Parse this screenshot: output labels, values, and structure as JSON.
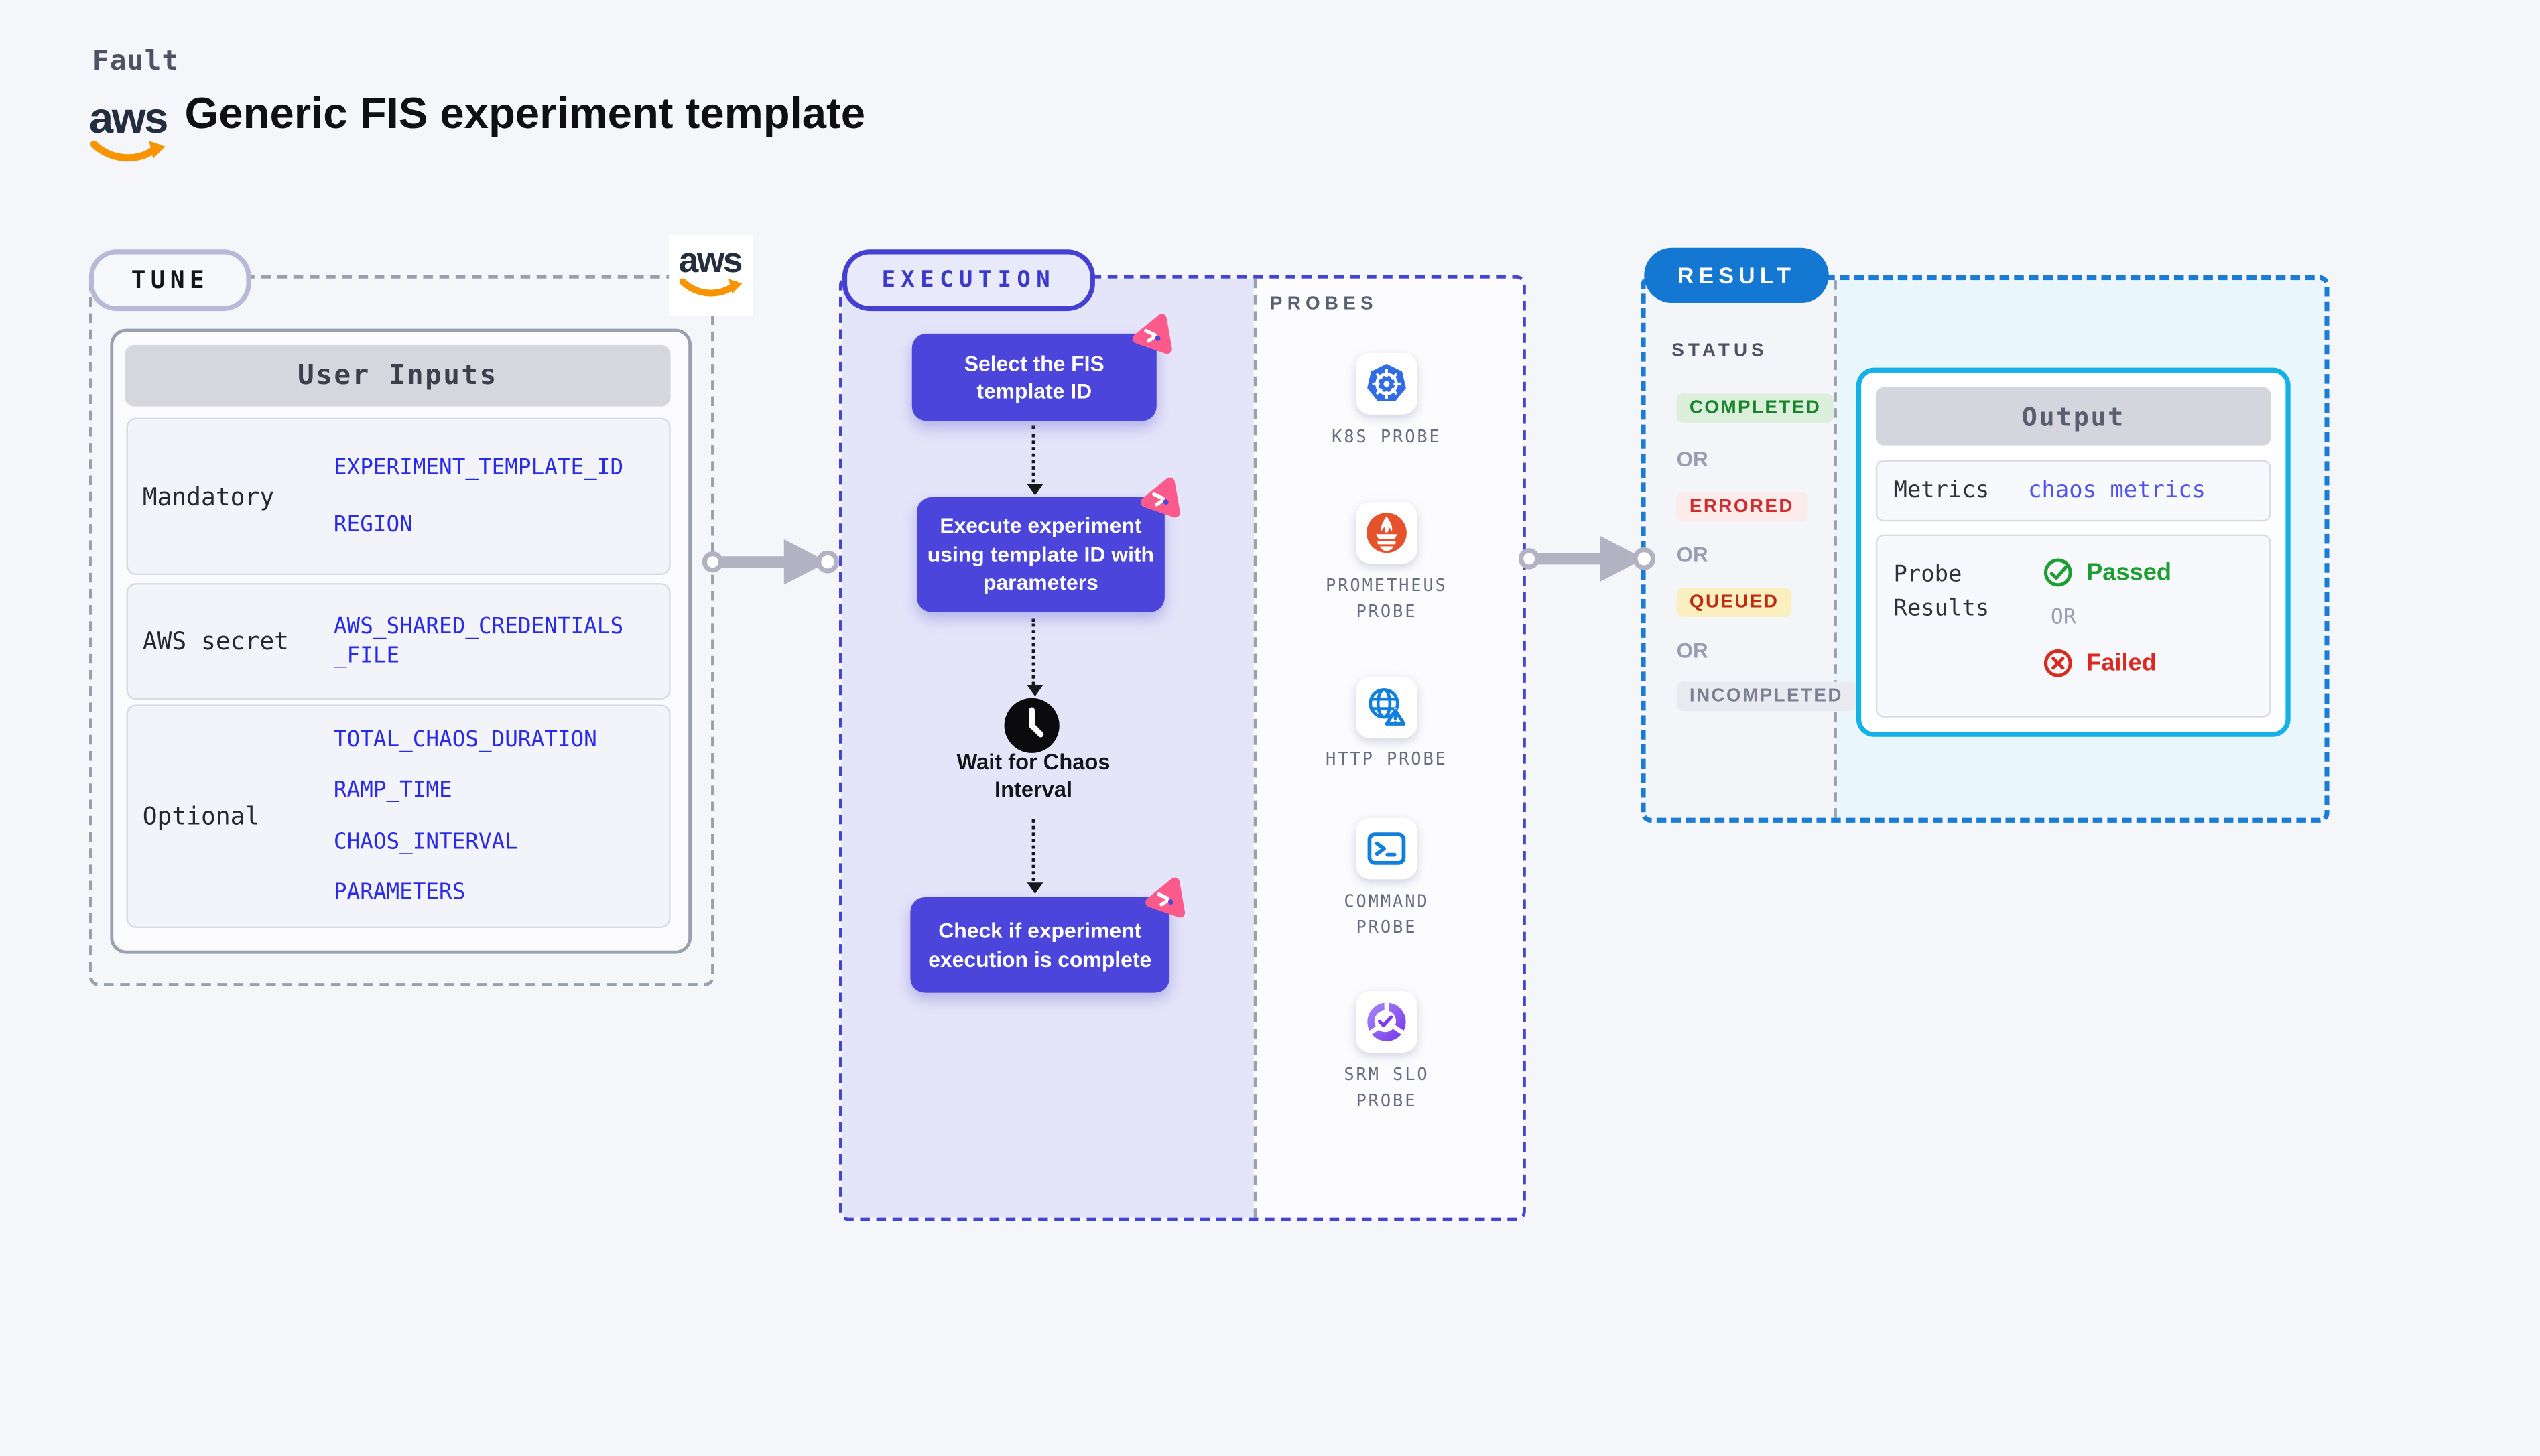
{
  "header": {
    "product": "Fault",
    "title": "Generic FIS experiment template",
    "aws_logo_text": "aws"
  },
  "tune": {
    "badge": "TUNE",
    "table": {
      "header": "User Inputs",
      "rows": [
        {
          "label": "Mandatory",
          "values": [
            "EXPERIMENT_TEMPLATE_ID",
            "REGION"
          ]
        },
        {
          "label": "AWS secret",
          "values": [
            "AWS_SHARED_CREDENTIALS_FILE"
          ]
        },
        {
          "label": "Optional",
          "values": [
            "TOTAL_CHAOS_DURATION",
            "RAMP_TIME",
            "CHAOS_INTERVAL",
            "PARAMETERS"
          ]
        }
      ]
    }
  },
  "execution": {
    "badge": "EXECUTION",
    "steps": [
      {
        "label": "Select the FIS template ID"
      },
      {
        "label": "Execute experiment using template ID with parameters"
      },
      {
        "label": "Wait for Chaos Interval",
        "icon": "clock-icon"
      },
      {
        "label": "Check if experiment execution is complete"
      }
    ],
    "probes": {
      "title": "PROBES",
      "items": [
        {
          "label": "K8S PROBE",
          "icon": "kubernetes-icon"
        },
        {
          "label": "PROMETHEUS PROBE",
          "icon": "prometheus-icon"
        },
        {
          "label": "HTTP PROBE",
          "icon": "http-globe-icon"
        },
        {
          "label": "COMMAND PROBE",
          "icon": "terminal-icon"
        },
        {
          "label": "SRM SLO PROBE",
          "icon": "slo-donut-icon"
        }
      ]
    }
  },
  "result": {
    "badge": "RESULT",
    "status": {
      "title": "STATUS",
      "separator": "OR",
      "items": [
        {
          "label": "COMPLETED",
          "type": "success"
        },
        {
          "label": "ERRORED",
          "type": "error"
        },
        {
          "label": "QUEUED",
          "type": "warning"
        },
        {
          "label": "INCOMPLETED",
          "type": "muted"
        }
      ]
    },
    "output": {
      "header": "Output",
      "metrics_label": "Metrics",
      "metrics_value": "chaos metrics",
      "probe_results_label": "Probe Results",
      "passed": "Passed",
      "or": "OR",
      "failed": "Failed"
    }
  },
  "colors": {
    "indigo_node": "#4b45dc",
    "lavender_bg": "#e5e5f9",
    "pink_flag": "#fb5a8b",
    "result_blue": "#1478d2",
    "output_border_cyan": "#13b1e5",
    "success_green": "#1b9e32",
    "error_red": "#da291f",
    "value_blue": "#2a2be8",
    "aws_orange": "#f79400"
  }
}
